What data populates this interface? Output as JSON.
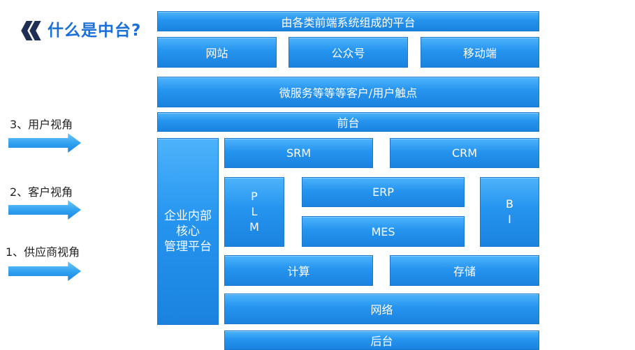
{
  "header": {
    "title": "什么是中台?",
    "icon": "double-chevron-icon",
    "icon_color": "#1e2e55",
    "title_color": "#1a6fd8"
  },
  "perspectives": [
    {
      "label": "3、用户视角"
    },
    {
      "label": "2、客户视角"
    },
    {
      "label": "1、供应商视角"
    }
  ],
  "diagram": {
    "box_color": "#2594ef",
    "top_banner": "由各类前端系统组成的平台",
    "channels": [
      "网站",
      "公众号",
      "移动端"
    ],
    "touchpoints": "微服务等等等客户/用户触点",
    "front": "前台",
    "core_platform": [
      "企业内部",
      "核心",
      "管理平台"
    ],
    "srm": "SRM",
    "crm": "CRM",
    "plm": [
      "P",
      "L",
      "M"
    ],
    "erp": "ERP",
    "mes": "MES",
    "bi": [
      "B",
      "I"
    ],
    "compute": "计算",
    "storage": "存储",
    "network": "网络",
    "back": "后台"
  }
}
